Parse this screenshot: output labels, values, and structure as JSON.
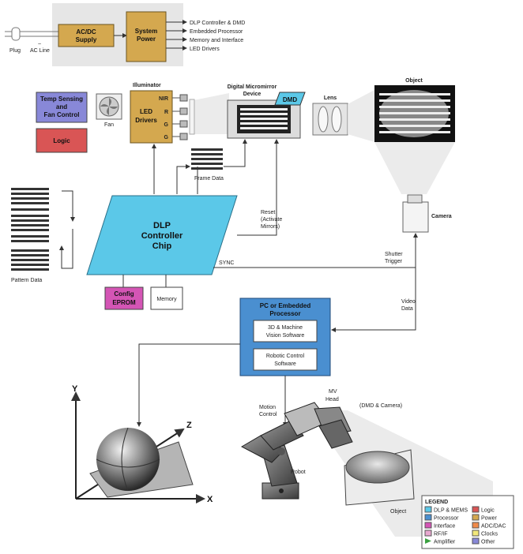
{
  "power": {
    "plug": "Plug",
    "ac_line": "AC Line",
    "acdc_line1": "AC/DC",
    "acdc_line2": "Supply",
    "syspower_line1": "System",
    "syspower_line2": "Power",
    "outputs": [
      "DLP Controller & DMD",
      "Embedded Processor",
      "Memory and Interface",
      "LED Drivers"
    ]
  },
  "blocks": {
    "temp_line1": "Temp Sensing",
    "temp_line2": "and",
    "temp_line3": "Fan Control",
    "logic": "Logic",
    "fan": "Fan",
    "illuminator": "Illuminator",
    "led_line1": "LED",
    "led_line2": "Drivers",
    "led_channels": [
      "NIR",
      "R",
      "G",
      "G"
    ],
    "dmd_title_line1": "Digital Micromirror",
    "dmd_title_line2": "Device",
    "dmd_tag": "DMD",
    "lens": "Lens",
    "object_top": "Object",
    "camera": "Camera",
    "frame_data": "Frame Data",
    "reset_line1": "Reset",
    "reset_line2": "(Activate",
    "reset_line3": "Mirrors)",
    "controller_line1": "DLP",
    "controller_line2": "Controller",
    "controller_line3": "Chip",
    "sync": "SYNC",
    "shutter_line1": "Shutter",
    "shutter_line2": "Trigger",
    "pattern_data": "Pattern Data",
    "config_line1": "Config",
    "config_line2": "EPROM",
    "memory": "Memory",
    "video_line1": "Video",
    "video_line2": "Data",
    "pc_line1": "PC or Embedded",
    "pc_line2": "Processor",
    "vision_line1": "3D & Machine",
    "vision_line2": "Vision Software",
    "robotic_line1": "Robotic Control",
    "robotic_line2": "Software"
  },
  "robot_scene": {
    "axis_x": "X",
    "axis_y": "Y",
    "axis_z": "Z",
    "motion_line1": "Motion",
    "motion_line2": "Control",
    "mv_line1": "MV",
    "mv_line2": "Head",
    "dmd_camera": "(DMD & Camera)",
    "robot": "Robot",
    "object": "Object"
  },
  "legend": {
    "title": "LEGEND",
    "items": [
      {
        "label": "DLP & MEMS",
        "color": "#5bc8e8"
      },
      {
        "label": "Logic",
        "color": "#d95555"
      },
      {
        "label": "Processor",
        "color": "#4a8fd0"
      },
      {
        "label": "Power",
        "color": "#d4a84f"
      },
      {
        "label": "Interface",
        "color": "#d455b5"
      },
      {
        "label": "ADC/DAC",
        "color": "#f08a4a"
      },
      {
        "label": "RF/IF",
        "color": "#e8a8d0"
      },
      {
        "label": "Clocks",
        "color": "#f2e87a"
      },
      {
        "label": "Amplifier",
        "color": "#3aa040"
      },
      {
        "label": "Other",
        "color": "#8888d8"
      }
    ]
  },
  "colors": {
    "dlp": "#5bc8e8",
    "power": "#d4a84f",
    "processor": "#4a8fd0",
    "logic": "#d95555",
    "interface": "#d455b5",
    "other": "#8888d8"
  }
}
